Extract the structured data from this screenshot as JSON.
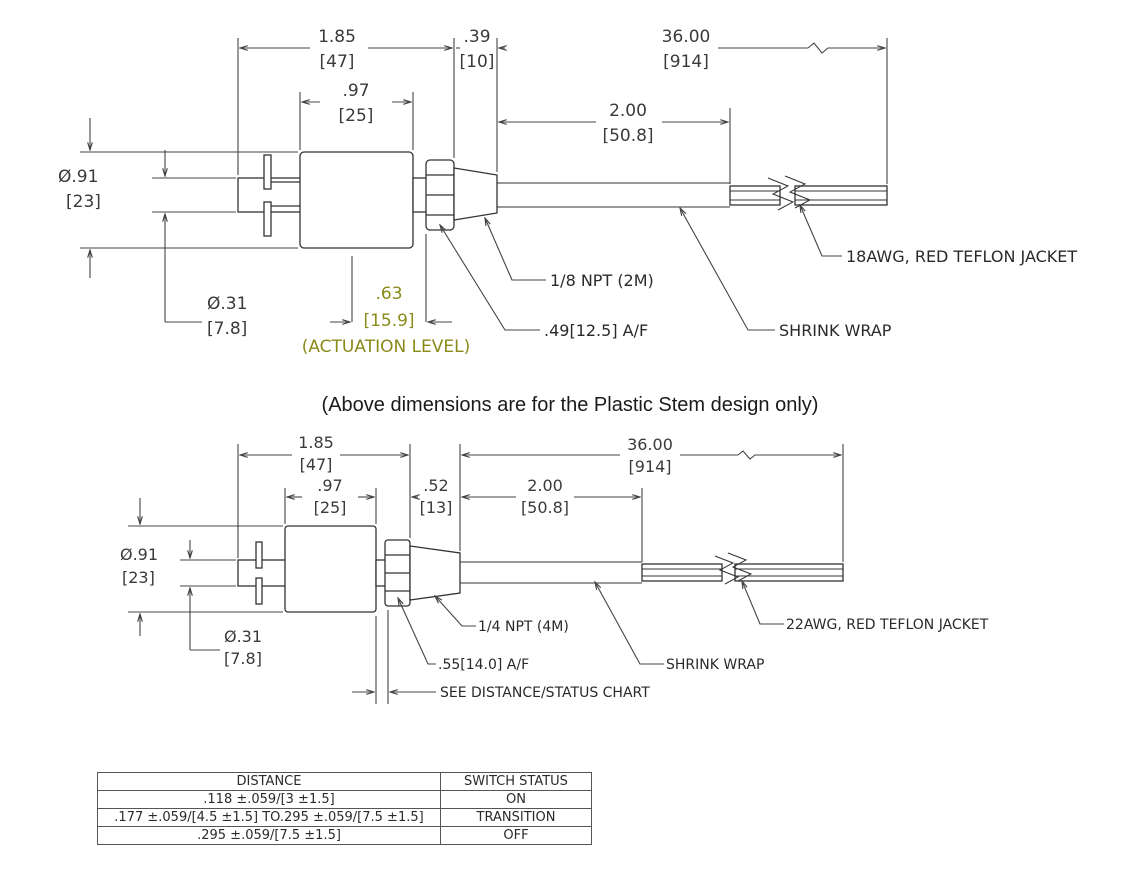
{
  "top_view": {
    "dim_overall_in": "1.85",
    "dim_overall_mm": "[47]",
    "dim_body_in": ".97",
    "dim_body_mm": "[25]",
    "dim_fitting_in": ".39",
    "dim_fitting_mm": "[10]",
    "dim_lead_in": "36.00",
    "dim_lead_mm": "[914]",
    "dim_shrink_in": "2.00",
    "dim_shrink_mm": "[50.8]",
    "dim_dia_in": "Ø.91",
    "dim_dia_mm": "[23]",
    "dim_stem_in": "Ø.31",
    "dim_stem_mm": "[7.8]",
    "dim_act_in": ".63",
    "dim_act_mm": "[15.9]",
    "actuation_label": "(ACTUATION LEVEL)",
    "callout_npt": "1/8 NPT (2M)",
    "callout_af": ".49[12.5] A/F",
    "callout_wire": "18AWG, RED TEFLON JACKET",
    "callout_shrink": "SHRINK WRAP"
  },
  "note": "(Above dimensions are for the Plastic Stem design only)",
  "bottom_view": {
    "dim_overall_in": "1.85",
    "dim_overall_mm": "[47]",
    "dim_body_in": ".97",
    "dim_body_mm": "[25]",
    "dim_fitting_in": ".52",
    "dim_fitting_mm": "[13]",
    "dim_lead_in": "36.00",
    "dim_lead_mm": "[914]",
    "dim_shrink_in": "2.00",
    "dim_shrink_mm": "[50.8]",
    "dim_dia_in": "Ø.91",
    "dim_dia_mm": "[23]",
    "dim_stem_in": "Ø.31",
    "dim_stem_mm": "[7.8]",
    "callout_npt": "1/4 NPT (4M)",
    "callout_af": ".55[14.0] A/F",
    "callout_wire": "22AWG, RED TEFLON JACKET",
    "callout_shrink": "SHRINK WRAP",
    "callout_chart": "SEE DISTANCE/STATUS CHART"
  },
  "table": {
    "headers": [
      "DISTANCE",
      "SWITCH STATUS"
    ],
    "rows": [
      [
        ".118 ±.059/[3 ±1.5]",
        "ON"
      ],
      [
        ".177 ±.059/[4.5 ±1.5] TO.295 ±.059/[7.5 ±1.5]",
        "TRANSITION"
      ],
      [
        ".295 ±.059/[7.5 ±1.5]",
        "OFF"
      ]
    ]
  }
}
